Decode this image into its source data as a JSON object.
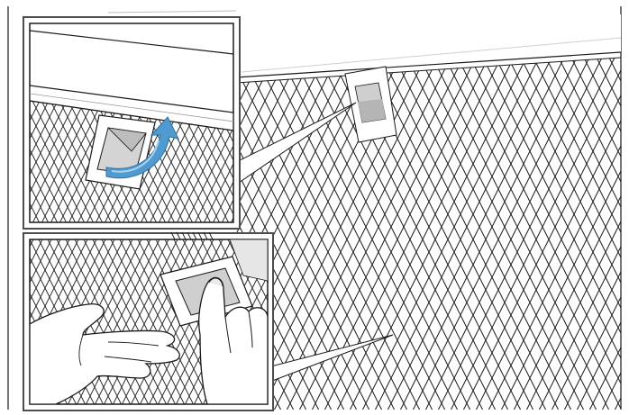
{
  "figure": {
    "kind": "instruction-illustration",
    "subject": "grease-filter-removal",
    "colors": {
      "line": "#1a1a1a",
      "background": "#ffffff",
      "inset_border": "#4d4d4d",
      "frame_gray": "#bfbfbf",
      "handle_gray": "#d4d4d4",
      "arrow_blue": "#4f9bd1",
      "arrow_blue_light": "#a9d2ee"
    },
    "panels": [
      {
        "name": "detail-pull-tab",
        "arrow": "curved-arrow-icon"
      },
      {
        "name": "detail-hand-grip",
        "hands": "two-hands-icon"
      }
    ],
    "callout_count": 2
  }
}
